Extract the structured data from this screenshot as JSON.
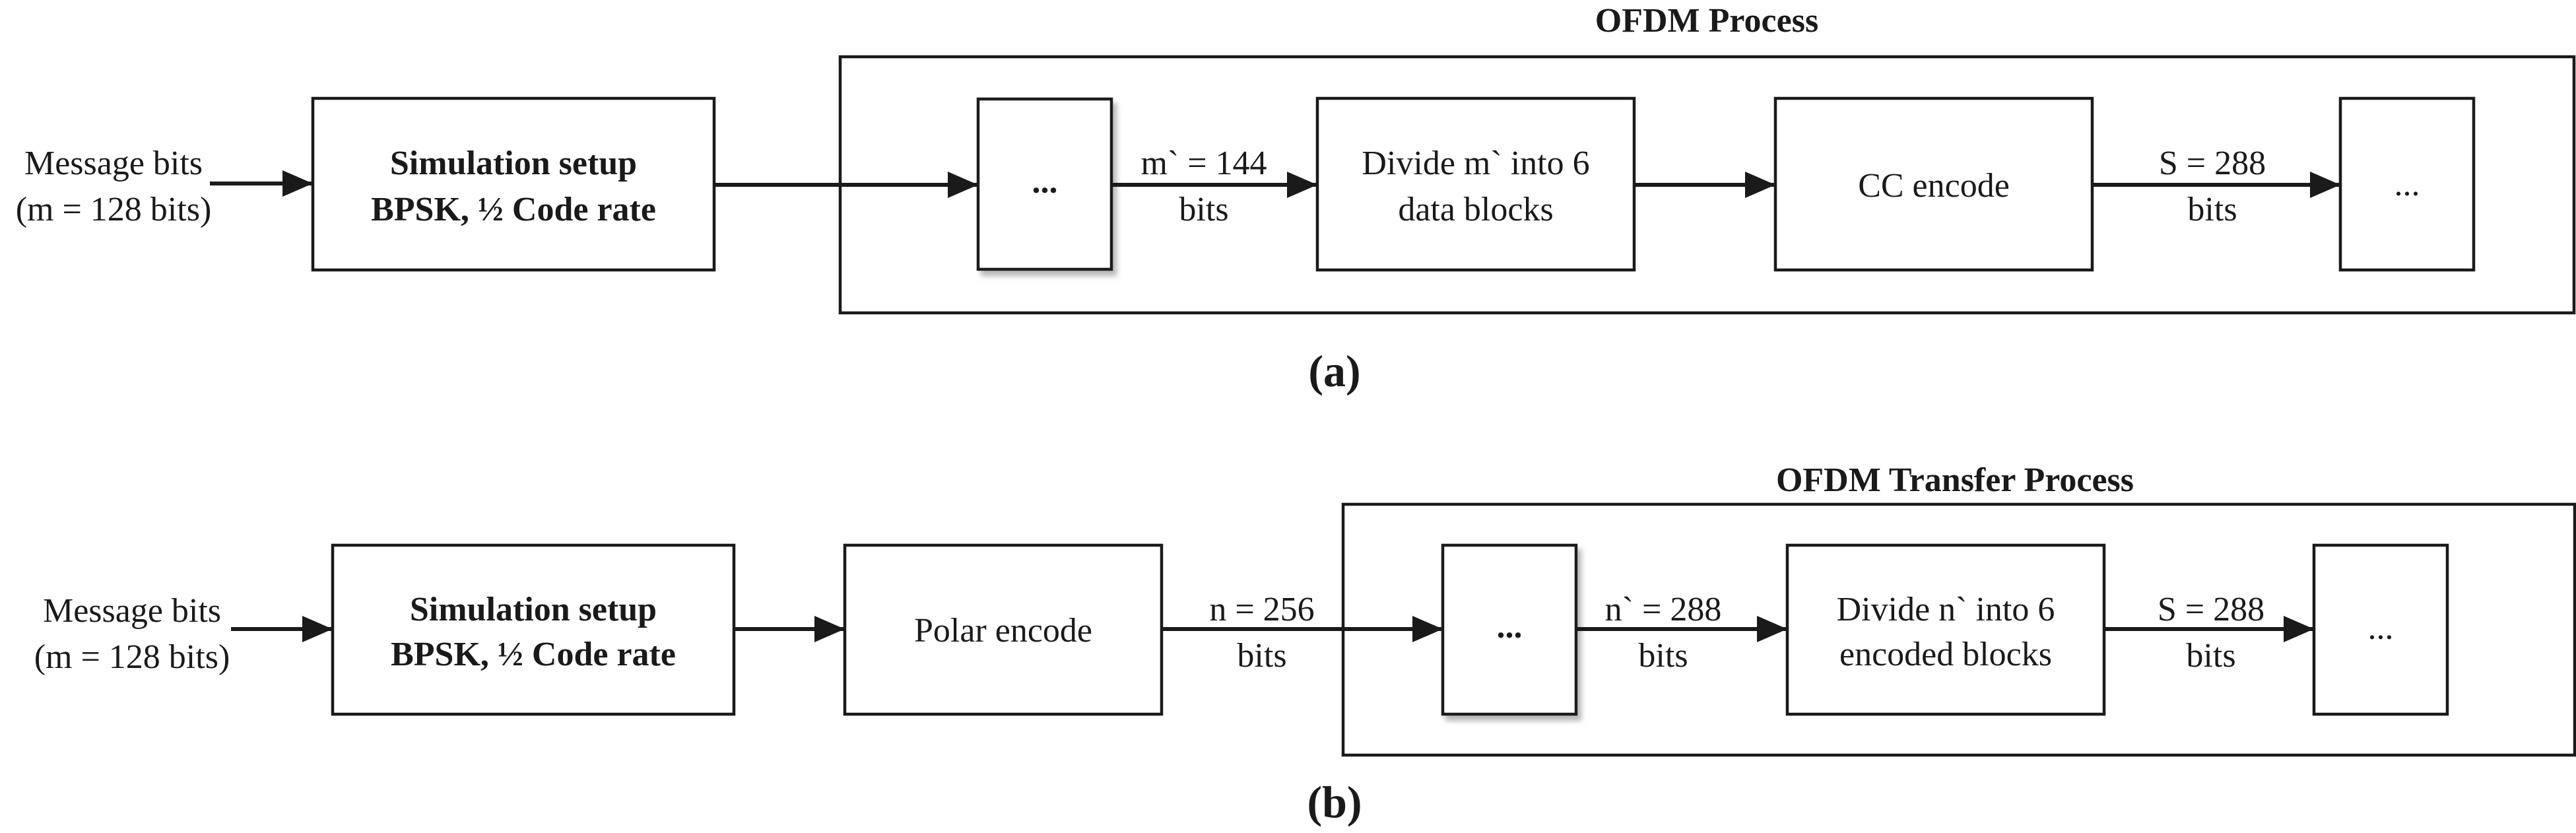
{
  "panel_a": {
    "group_title": "OFDM Process",
    "input_label": [
      "Message bits",
      "(m = 128 bits)"
    ],
    "setup_box": [
      "Simulation setup",
      "BPSK, ½ Code rate"
    ],
    "ellipsis_left": "...",
    "edge_m_prime": [
      "m` = 144",
      "bits"
    ],
    "divide_box": [
      "Divide m` into 6",
      "data blocks"
    ],
    "cc_box": "CC encode",
    "edge_s": [
      "S = 288",
      "bits"
    ],
    "ellipsis_right": "...",
    "caption": "(a)"
  },
  "panel_b": {
    "group_title": "OFDM Transfer Process",
    "input_label": [
      "Message bits",
      "(m = 128 bits)"
    ],
    "setup_box": [
      "Simulation setup",
      "BPSK, ½ Code rate"
    ],
    "polar_box": "Polar encode",
    "edge_n": [
      "n = 256",
      "bits"
    ],
    "ellipsis_left": "...",
    "edge_n_prime": [
      "n` = 288",
      "bits"
    ],
    "divide_box": [
      "Divide n` into 6",
      "encoded blocks"
    ],
    "edge_s": [
      "S = 288",
      "bits"
    ],
    "ellipsis_right": "...",
    "caption": "(b)"
  }
}
